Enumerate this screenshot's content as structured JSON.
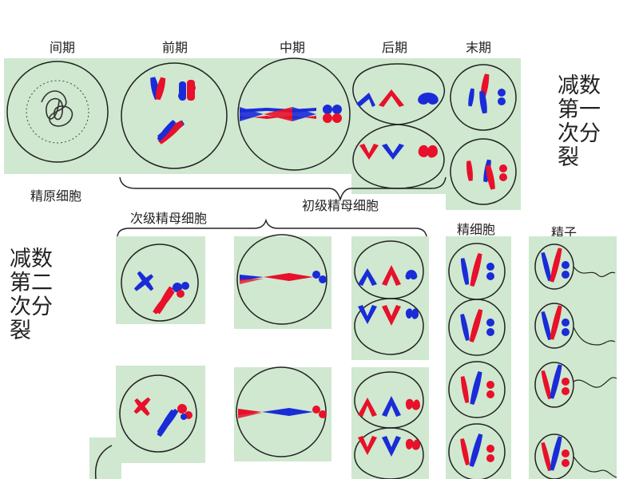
{
  "phase_labels": [
    "间期",
    "前期",
    "中期",
    "后期",
    "末期"
  ],
  "cell_labels": {
    "spermatogonium": "精原细胞",
    "primary_spermatocyte": "初级精母细胞",
    "secondary_spermatocyte": "次级精母细胞",
    "spermatid": "精细胞",
    "sperm": "精子"
  },
  "division_labels": {
    "meiosis_one": [
      "减数",
      "第一",
      "次分",
      "裂"
    ],
    "meiosis_two": [
      "减数",
      "第二",
      "次分",
      "裂"
    ]
  },
  "colors": {
    "panel": "#cfe8cf",
    "chromosome_red": "#e8102a",
    "chromosome_blue": "#1a2bd8",
    "outline": "#222222"
  }
}
